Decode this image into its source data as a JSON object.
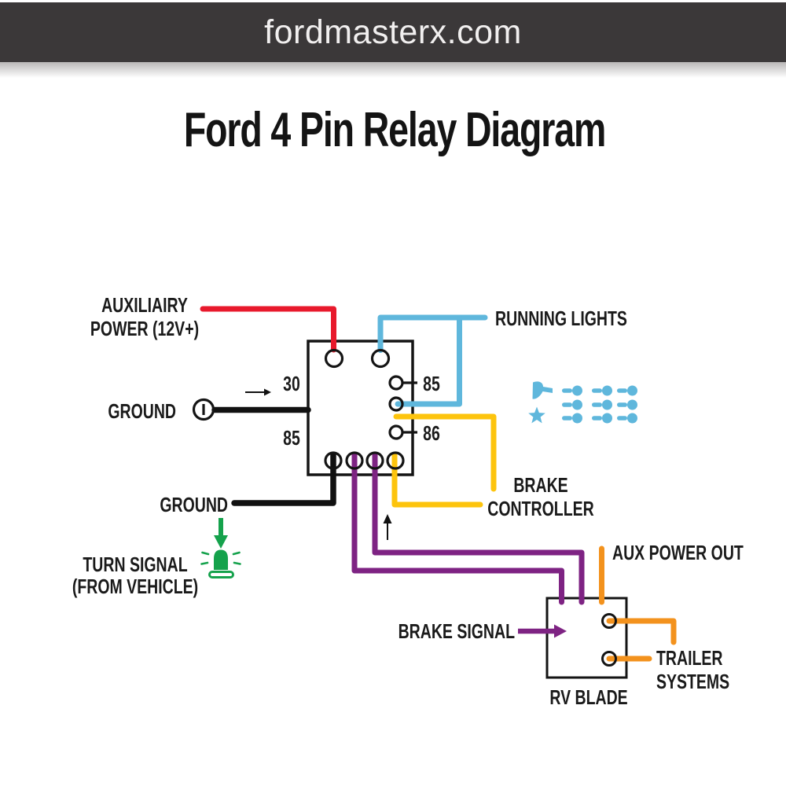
{
  "header": {
    "site": "fordmasterx.com"
  },
  "title": "Ford 4 Pin Relay Diagram",
  "relay_box": {
    "pins": {
      "left_top": "30",
      "left_bottom": "85",
      "right_top": "85",
      "right_bottom": "86"
    }
  },
  "labels": {
    "auxiliary_power": [
      "AUXILIAIRY",
      "POWER (12V+)"
    ],
    "running_lights": "RUNNING LIGHTS",
    "ground_left": "GROUND",
    "ground_bottom": "GROUND",
    "brake_controller": [
      "BRAKE",
      "CONTROLLER"
    ],
    "turn_signal": [
      "TURN SIGNAL",
      "(FROM VEHICLE)"
    ],
    "brake_signal": "BRAKE SIGNAL",
    "aux_power_out": "AUX POWER OUT",
    "trailer_systems": [
      "TRAILER",
      "SYSTEMS"
    ],
    "rv_blade": "RV BLADE"
  },
  "colors": {
    "header_bg": "#3b3839",
    "header_text": "#f1efef",
    "text": "#1a1a1a",
    "wire_red": "#e8192c",
    "wire_blue": "#5fb7dc",
    "wire_yellow": "#fdc40d",
    "wire_purple": "#7e2383",
    "wire_orange": "#f3921d",
    "wire_black": "#111111",
    "icon_green": "#15a24c",
    "icon_blue": "#5fb7dc",
    "outline_black": "#141414"
  }
}
